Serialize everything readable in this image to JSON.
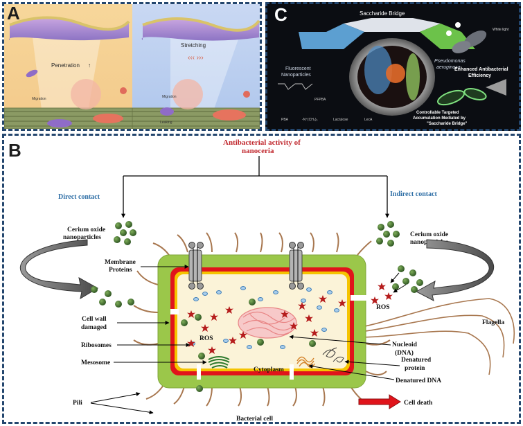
{
  "panelA": {
    "label": "A",
    "left_caption": "Penetration",
    "right_caption": "Stretching",
    "migration_left": "Migration",
    "migration_right": "Migration",
    "leaking": "Leaking"
  },
  "panelC": {
    "label": "C",
    "bridge": "Saccharide Bridge",
    "fluor": [
      "Fluorescent",
      "Nanoparticles"
    ],
    "pseudo": [
      "Pseudomonas",
      "aeruginosa"
    ],
    "white_light": "White light",
    "enhanced": [
      "Enhanced Antibacterial",
      "Efficiency"
    ],
    "controllable": [
      "Controllable Targeted",
      "Accumulation Mediated by",
      "\"Saccharide Bridge\""
    ],
    "pfpba": "PFPBA",
    "legend": [
      "PBA",
      "-N⁺(CH₃)₃",
      "Lactulose",
      "LecA"
    ]
  },
  "panelB": {
    "label": "B",
    "title": [
      "Antibacterial activity of",
      "nanoceria"
    ],
    "direct": "Direct contact",
    "indirect": "Indirect contact",
    "cerium_left": [
      "Cerium oxide",
      "nanoparticles"
    ],
    "cerium_right": [
      "Cerium oxide",
      "nanoparticles"
    ],
    "membrane": [
      "Membrane",
      "Proteins"
    ],
    "cell_wall": [
      "Cell wall",
      "damaged"
    ],
    "ros_inner": "ROS",
    "ros_outer": "ROS",
    "ribosomes": "Ribosomes",
    "mesosome": "Mesosome",
    "cytoplasm": "Cytoplasm",
    "nucleoid": [
      "Nucleoid",
      "(DNA)"
    ],
    "denat_protein": [
      "Denatured",
      "protein"
    ],
    "denat_dna": "Denatured DNA",
    "flagella": "Flagella",
    "pili": "Pili",
    "bacterial_cell": "Bacterial cell",
    "cell_death": "Cell death"
  },
  "colors": {
    "frame": "#23466e",
    "title_red": "#c0262c",
    "contact_blue": "#2f6fa6",
    "wall_green": "#9bc74a",
    "membrane_red": "#e0141b",
    "membrane_yellow": "#f5c400",
    "cytoplasm": "#fbf3d8",
    "np_green": "#3b6b2a",
    "ros_red": "#b51c1c"
  }
}
